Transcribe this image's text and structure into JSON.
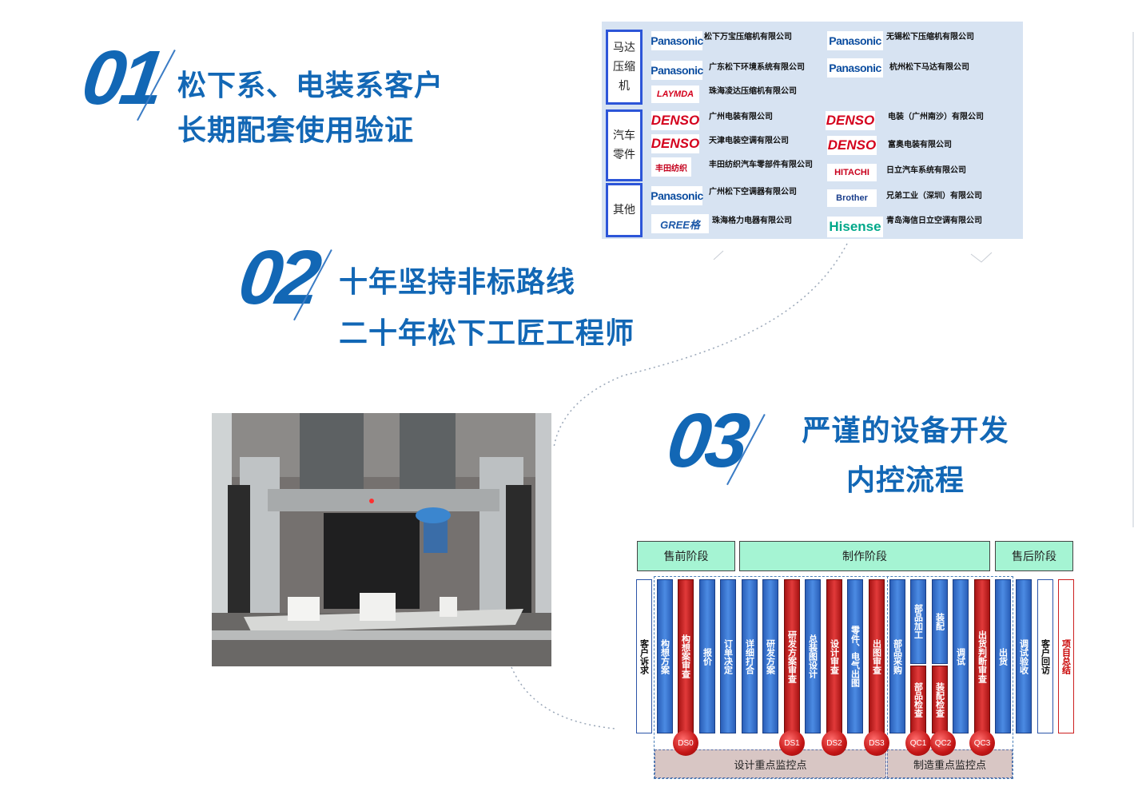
{
  "section1": {
    "number": "01",
    "line1": "松下系、电装系客户",
    "line2": "长期配套使用验证"
  },
  "section2": {
    "number": "02",
    "line1": "十年坚持非标路线",
    "line2": "二十年松下工匠工程师"
  },
  "section3": {
    "number": "03",
    "line1": "严谨的设备开发",
    "line2": "内控流程"
  },
  "customers": {
    "categories": [
      {
        "label": "马达压缩机"
      },
      {
        "label": "汽车零件"
      },
      {
        "label": "其他"
      }
    ],
    "logos": {
      "panasonic": "Panasonic",
      "denso": "DENSO",
      "hitachi": "HITACHI",
      "brother": "Brother",
      "hisense": "Hisense",
      "gree": "GREE格",
      "laymda": "LAYMDA",
      "toyota": "丰田纺织"
    },
    "companies": [
      "松下万宝压缩机有限公司",
      "无锡松下压缩机有限公司",
      "广东松下环境系统有限公司",
      "杭州松下马达有限公司",
      "珠海凌达压缩机有限公司",
      "广州电装有限公司",
      "电装（广州南沙）有限公司",
      "天津电装空调有限公司",
      "富奥电装有限公司",
      "丰田纺织汽车零部件有限公司",
      "日立汽车系统有限公司",
      "广州松下空调器有限公司",
      "兄弟工业（深圳）有限公司",
      "珠海格力电器有限公司",
      "青岛海信日立空调有限公司"
    ]
  },
  "flow": {
    "stages": [
      "售前阶段",
      "制作阶段",
      "售后阶段"
    ],
    "steps": [
      {
        "label": "客户诉求",
        "style": "white"
      },
      {
        "label": "构想方案",
        "style": "blue"
      },
      {
        "label": "构想案审查",
        "style": "red"
      },
      {
        "label": "报价",
        "style": "blue"
      },
      {
        "label": "订单决定",
        "style": "blue"
      },
      {
        "label": "详细打合",
        "style": "blue"
      },
      {
        "label": "研发方案",
        "style": "blue"
      },
      {
        "label": "研发方案审查",
        "style": "red"
      },
      {
        "label": "总装图设计",
        "style": "blue"
      },
      {
        "label": "设计审查",
        "style": "red"
      },
      {
        "label": "零件、电气出图",
        "style": "blue"
      },
      {
        "label": "出图审查",
        "style": "red"
      },
      {
        "label": "部品采购",
        "style": "blue"
      },
      {
        "label": "部品加工",
        "style": "blue"
      },
      {
        "label": "部品检查",
        "style": "red"
      },
      {
        "label": "装配",
        "style": "blue"
      },
      {
        "label": "装配检查",
        "style": "red"
      },
      {
        "label": "调试",
        "style": "blue"
      },
      {
        "label": "出货判断审查",
        "style": "red"
      },
      {
        "label": "出货",
        "style": "blue"
      },
      {
        "label": "调试验收",
        "style": "blue"
      },
      {
        "label": "客户回访",
        "style": "white"
      },
      {
        "label": "项目总结",
        "style": "whiteR"
      }
    ],
    "checkpoints": [
      "DS0",
      "DS1",
      "DS2",
      "DS3",
      "QC1",
      "QC2",
      "QC3"
    ],
    "monitor_labels": [
      "设计重点监控点",
      "制造重点监控点"
    ]
  }
}
